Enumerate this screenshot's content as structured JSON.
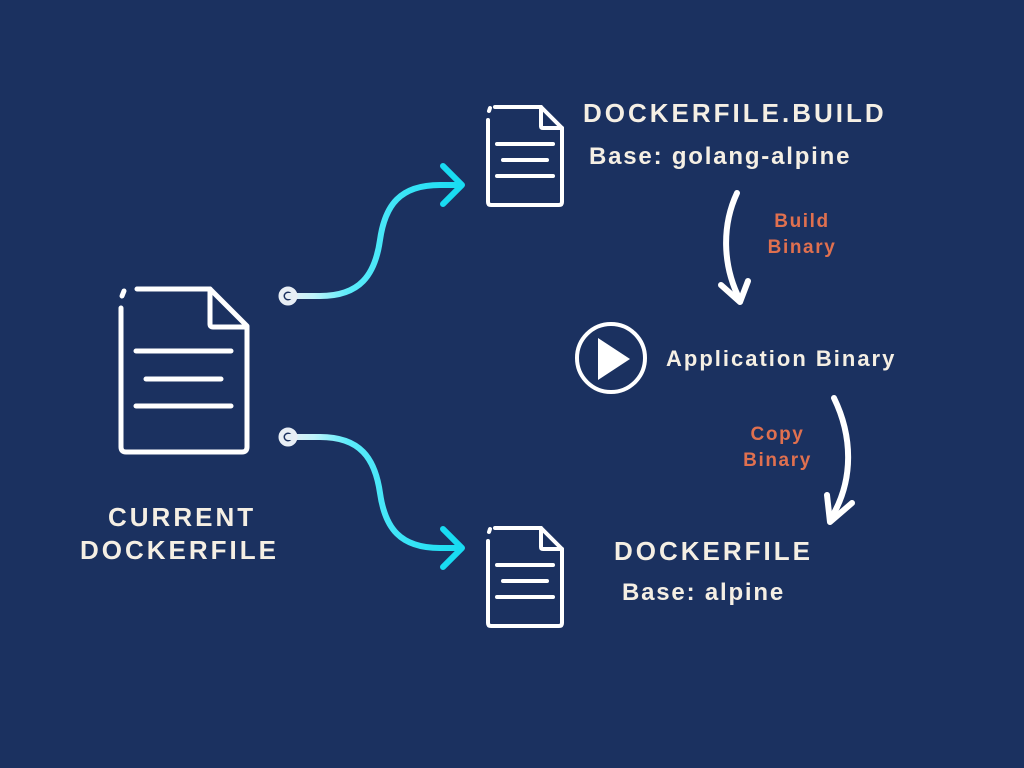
{
  "colors": {
    "background": "#1b3160",
    "text": "#f5efe4",
    "accent": "#e0704f",
    "arrow_start": "#e8eef5",
    "arrow_end": "#19dcf2",
    "icon": "#ffffff"
  },
  "current": {
    "line1": "CURRENT",
    "line2": "DOCKERFILE",
    "icon": "document-icon"
  },
  "build_file": {
    "title": "DOCKERFILE.BUILD",
    "base": "Base: golang-alpine",
    "icon": "document-icon"
  },
  "binary": {
    "label": "Application Binary",
    "icon": "play-circle-icon"
  },
  "final_file": {
    "title": "DOCKERFILE",
    "base": "Base: alpine",
    "icon": "document-icon"
  },
  "steps": {
    "build": {
      "line1": "Build",
      "line2": "Binary"
    },
    "copy": {
      "line1": "Copy",
      "line2": "Binary"
    }
  }
}
